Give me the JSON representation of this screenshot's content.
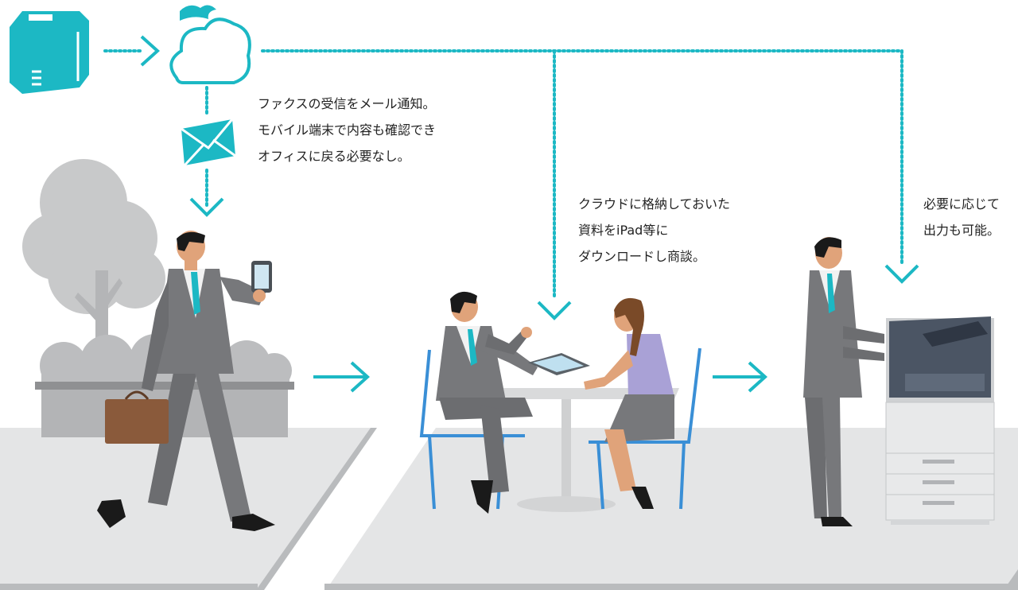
{
  "colors": {
    "accent": "#1cb8c4",
    "floor": "#e4e5e6",
    "floor_edge": "#b9bbbd",
    "suit": "#77787b",
    "tree": "#c8c9ca",
    "chair": "#3a8fd6",
    "bag": "#8a5a3b"
  },
  "icons": [
    "fax-machine-icon",
    "cloud-icon",
    "mail-envelope-icon",
    "arrow-right-icon",
    "arrow-down-icon"
  ],
  "captions": {
    "notification": {
      "line1": "ファクスの受信をメール通知。",
      "line2": "モバイル端末で内容も確認でき",
      "line3": "オフィスに戻る必要なし。"
    },
    "cloud_download": {
      "line1": "クラウドに格納しておいた",
      "line2": "資料をiPad等に",
      "line3": "ダウンロードし商談。"
    },
    "print": {
      "line1": "必要に応じて",
      "line2": "出力も可能。"
    }
  }
}
